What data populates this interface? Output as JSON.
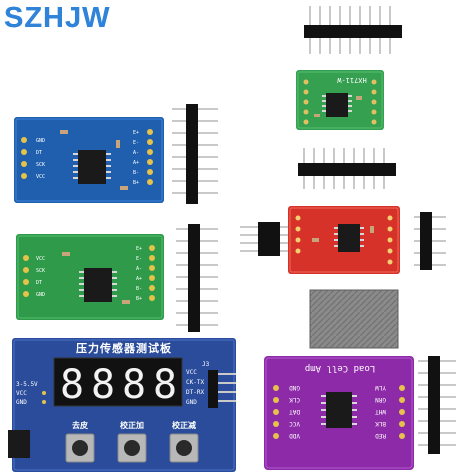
{
  "brand": {
    "text": "SZHJW",
    "color": "#2f83d9"
  },
  "blue_module": {
    "pins": [
      "E+",
      "E-",
      "A-",
      "A+",
      "B-",
      "B+"
    ],
    "side_labels": [
      "GND",
      "DT",
      "SCK",
      "VCC"
    ],
    "color": "#1f5fae"
  },
  "green_module": {
    "side_labels": [
      "VCC",
      "SCK",
      "DT",
      "GND"
    ],
    "right_labels": [
      "E+",
      "E-",
      "A-",
      "A+",
      "B-",
      "B+"
    ],
    "color": "#2e9a4a"
  },
  "small_green_module": {
    "marking": "HX711-W",
    "color": "#34a050"
  },
  "red_module": {
    "color": "#d6322a"
  },
  "display_module": {
    "title": "压力传感器测试板",
    "digits": [
      "8",
      "8",
      "8",
      "8"
    ],
    "left_labels": [
      "3-5.5V",
      "VCC",
      "GND"
    ],
    "right_labels": [
      "VCC",
      "CK-TX",
      "DT-RX",
      "GND"
    ],
    "connector_label": "J3",
    "buttons": [
      "去皮",
      "校正加",
      "校正减"
    ],
    "color": "#2a4c9a"
  },
  "purple_module": {
    "title": "Load Cell Amp",
    "left_labels": [
      "GND",
      "CLK",
      "DAT",
      "VCC",
      "VDD"
    ],
    "right_labels": [
      "YLW",
      "GRN",
      "WHT",
      "BLK",
      "RED"
    ],
    "color": "#8c2aa8"
  },
  "shield_plate": {
    "color": "#7d7d7d"
  }
}
